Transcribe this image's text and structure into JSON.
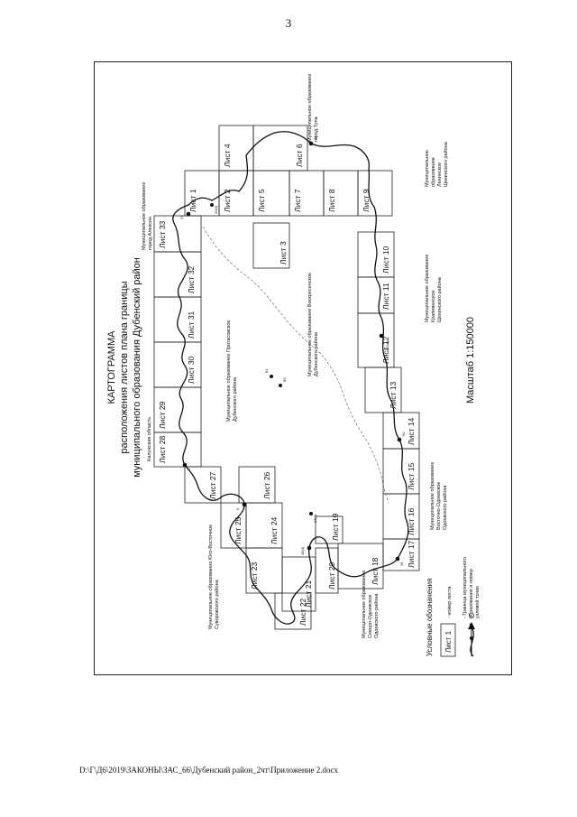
{
  "page_number": "3",
  "title": {
    "line1": "КАРТОГРАММА",
    "line2": "расположения листов плана границы",
    "line3": "муниципального образования Дубенский район"
  },
  "scale": "Масштаб 1:150000",
  "north_label": "С",
  "legend": {
    "title": "Условные обозначения",
    "sheet_sample": "Лист 1",
    "sheet_desc": "- номер листа",
    "boundary_desc_1": "- Граница муниципального",
    "boundary_desc_2": "образования и номер",
    "boundary_desc_3": "узловой точки"
  },
  "regions": {
    "kaluga": "Калужская область",
    "aleksin_1": "Муниципальное образование",
    "aleksin_2": "город Алексин",
    "tula_1": "Муниципальное образование",
    "tula_2": "город Тула",
    "leninsky_1": "Муниципальное",
    "leninsky_2": "образование",
    "leninsky_3": "Ленинское",
    "leninsky_4": "Щекинского района",
    "kraynevskoe_1": "Муниципальное образование",
    "kraynevskoe_2": "Крапивенское",
    "kraynevskoe_3": "Щекинского района",
    "protasovskoe_1": "Муниципальное образование Протасовское",
    "protasovskoe_2": "Дубенского района",
    "voskresenskoe_1": "Муниципальное образование Воскресенское",
    "voskresenskoe_2": "Дубенского района",
    "ne_suvorov_1": "Муниципальное образование Юго-Восточное",
    "ne_suvorov_2": "Суворовского района",
    "north_odoev_1": "Муниципальное образование",
    "north_odoev_2": "Северо-Одоевское",
    "north_odoev_3": "Одоевского района",
    "east_odoev_1": "Муниципальное образование",
    "east_odoev_2": "Восточно-Одоевское",
    "east_odoev_3": "Одоевского района"
  },
  "sheets": {
    "s1": "Лист 1",
    "s2": "Лист 2",
    "s3": "Лист 3",
    "s4": "Лист 4",
    "s5": "Лист 5",
    "s6": "Лист 6",
    "s7": "Лист 7",
    "s8": "Лист 8",
    "s9": "Лист 9",
    "s10": "Лист 10",
    "s11": "Лист 11",
    "s12": "Лист 12",
    "s13": "Лист 13",
    "s14": "Лист 14",
    "s15": "Лист 15",
    "s16": "Лист 16",
    "s17": "Лист 17",
    "s18": "Лист 18",
    "s19": "Лист 19",
    "s20": "Лист 20",
    "s21": "Лист 21",
    "s22": "Лист 22",
    "s23": "Лист 23",
    "s24": "Лист 24",
    "s25": "Лист 25",
    "s26": "Лист 26",
    "s27": "Лист 27",
    "s28": "Лист 28",
    "s29": "Лист 29",
    "s30": "Лист 30",
    "s31": "Лист 31",
    "s32": "Лист 32",
    "s33": "Лист 33"
  },
  "points": {
    "p1": "1",
    "p2": "20(3)",
    "p3": "31",
    "p4": "60",
    "p5": "49(18)",
    "p6": "41",
    "p7": "28(4)",
    "p8": "28",
    "p9": "24(4)",
    "p10": "6",
    "p11": "81",
    "p12": "83"
  },
  "footer_path": "D:\\Г\\Д6\\2019\\ЗАКОНЫ\\ЗАС_66\\Дубенский район_2чт\\Приложение 2.docx"
}
